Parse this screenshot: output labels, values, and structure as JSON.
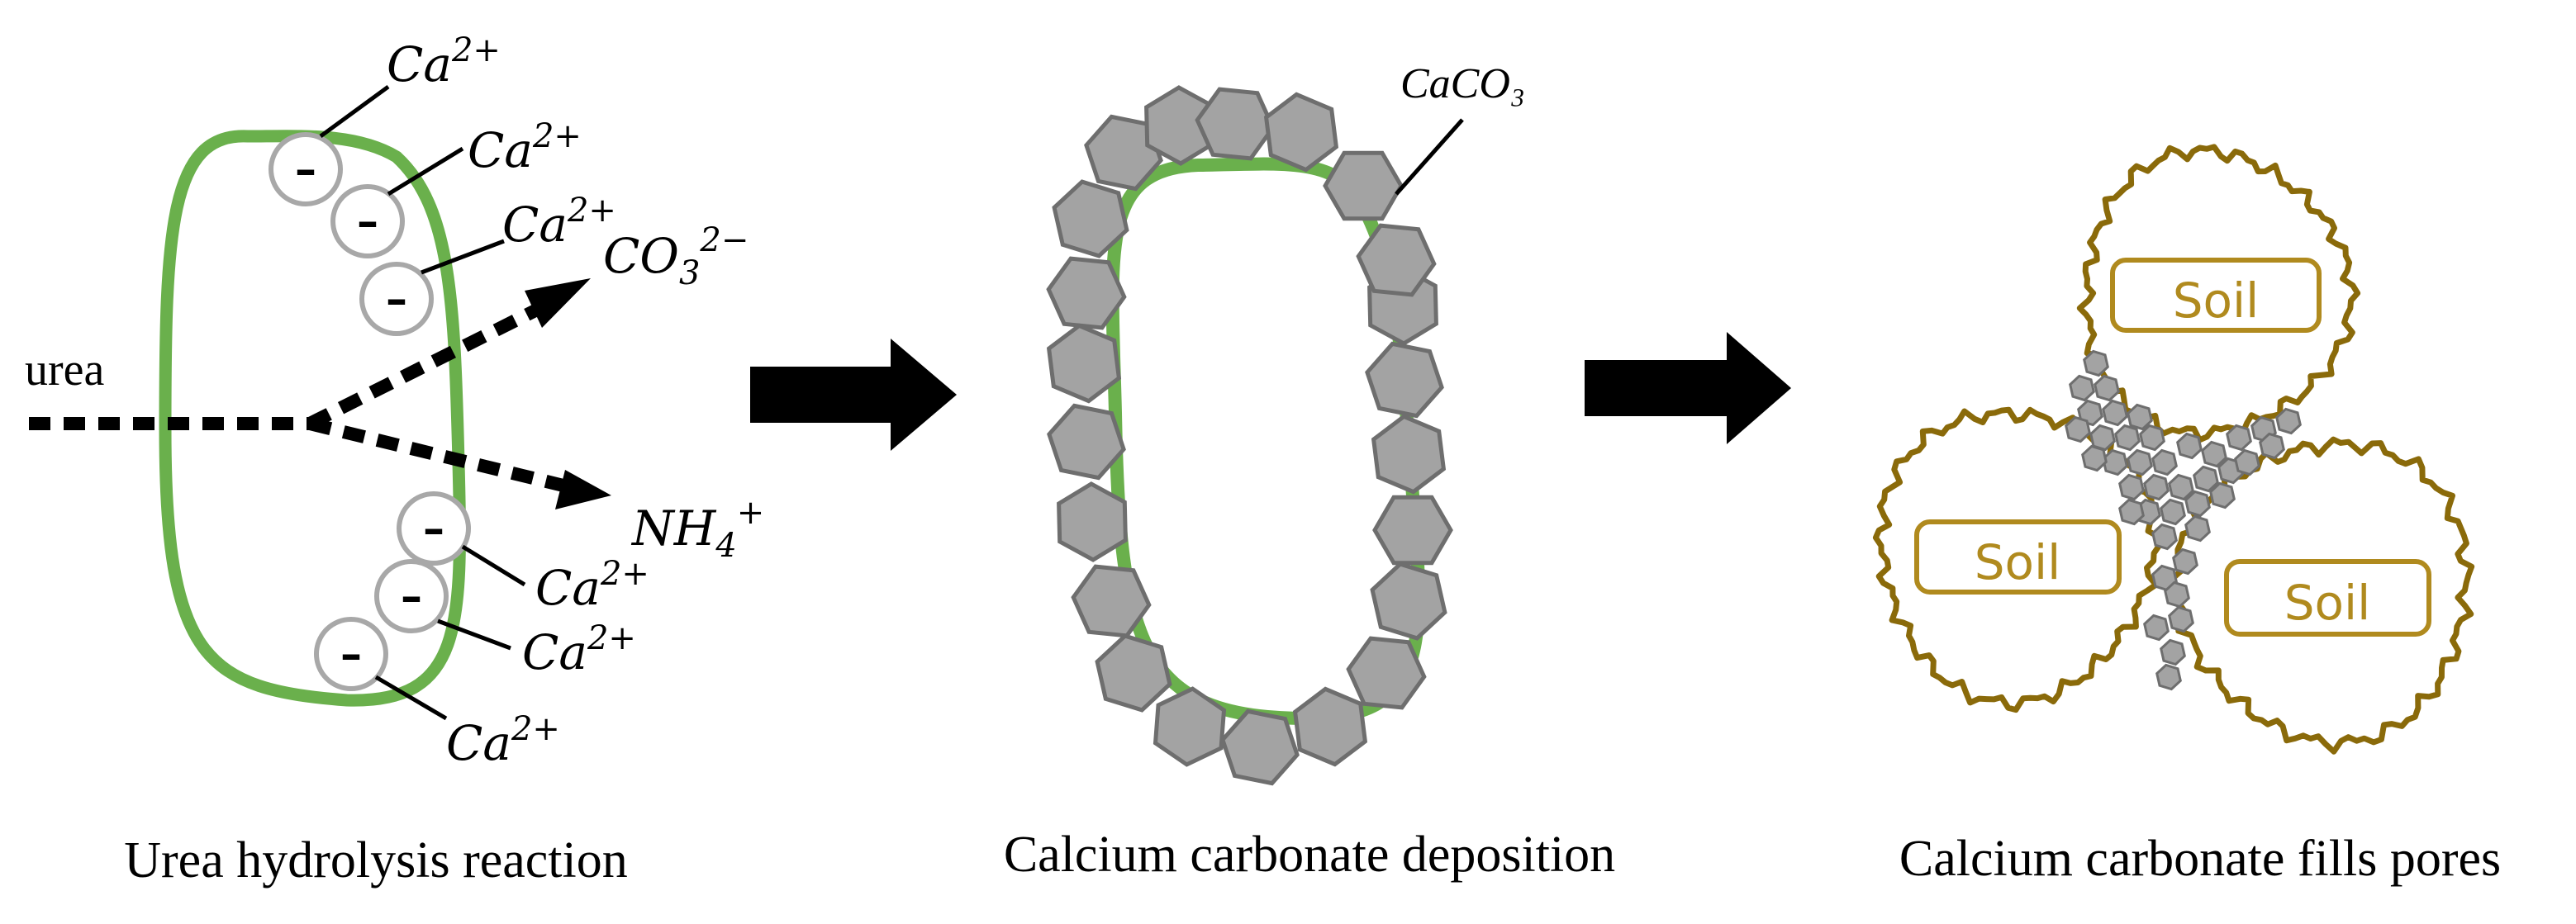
{
  "panels": {
    "hydrolysis": {
      "caption": "Urea hydrolysis reaction",
      "urea_label": "urea",
      "ion_calcium_base": "Ca",
      "ion_calcium_charge": "2+",
      "ion_carbonate_base": "CO",
      "ion_carbonate_sub": "3",
      "ion_carbonate_charge": "2−",
      "ion_ammonium_base": "NH",
      "ion_ammonium_sub": "4",
      "ion_ammonium_charge": "+",
      "negative_sign": "–"
    },
    "deposition": {
      "caption": "Calcium carbonate deposition",
      "caco3_label": "CaCO₃"
    },
    "fills": {
      "caption": "Calcium carbonate fills pores",
      "soil_label": "Soil"
    }
  },
  "colors": {
    "cell_wall": "#6ab04c",
    "particle_fill": "#a3a3a3",
    "particle_stroke": "#6e6e6e",
    "soil_outline": "#8a6a0a",
    "soil_label": "#b08a1e",
    "arrow": "#000000",
    "ion_circle": "#a8a8a8"
  }
}
